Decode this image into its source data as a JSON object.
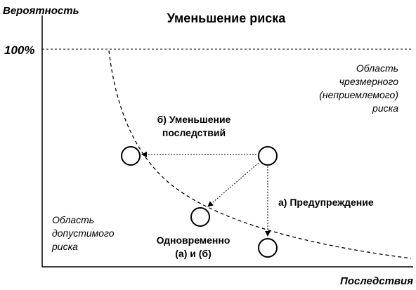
{
  "title": "Уменьшение риска",
  "axes": {
    "y_label": "Вероятность",
    "x_label": "Последствия",
    "y_max_label": "100%"
  },
  "regions": {
    "unacceptable": [
      "Область",
      "чрезмерного",
      "(неприемлемого)",
      "риска"
    ],
    "acceptable": [
      "Область",
      "допустимого",
      "риска"
    ]
  },
  "labels": {
    "consequence_reduction": [
      "б) Уменьшение",
      "последствий"
    ],
    "prevention": "а) Предупреждение",
    "simultaneous": [
      "Одновременно",
      "(а) и (б)"
    ]
  },
  "colors": {
    "line": "#000000",
    "background": "#ffffff"
  }
}
